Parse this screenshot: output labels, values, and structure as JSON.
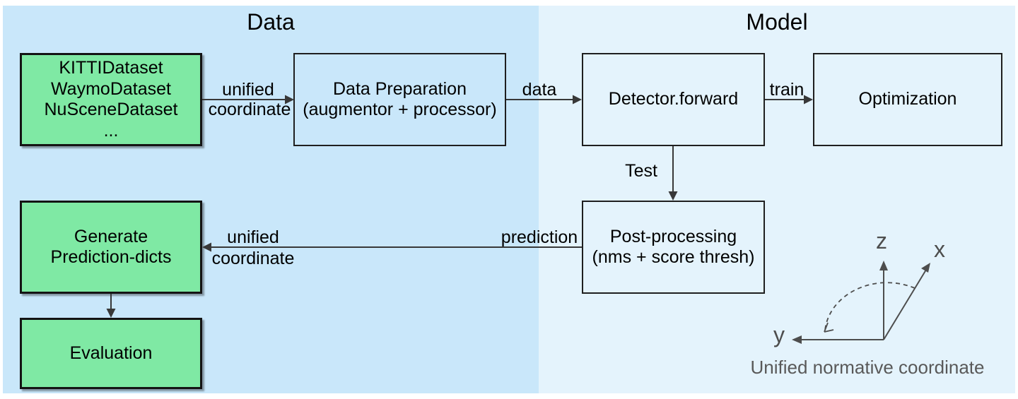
{
  "panels": {
    "data": {
      "title": "Data"
    },
    "model": {
      "title": "Model"
    }
  },
  "boxes": {
    "datasets": {
      "lines": [
        "KITTIDataset",
        "WaymoDataset",
        "NuSceneDataset",
        "..."
      ]
    },
    "data_preparation": {
      "lines": [
        "Data Preparation",
        "(augmentor + processor)"
      ]
    },
    "detector": {
      "lines": [
        "Detector.forward"
      ]
    },
    "optimization": {
      "lines": [
        "Optimization"
      ]
    },
    "post_processing": {
      "lines": [
        "Post-processing",
        "(nms + score thresh)"
      ]
    },
    "generate_prediction": {
      "lines": [
        "Generate",
        "Prediction-dicts"
      ]
    },
    "evaluation": {
      "lines": [
        "Evaluation"
      ]
    }
  },
  "edge_labels": {
    "unified_top_1": "unified",
    "unified_top_2": "coordinate",
    "data": "data",
    "train": "train",
    "test": "Test",
    "prediction": "prediction",
    "unified_bottom_1": "unified",
    "unified_bottom_2": "coordinate"
  },
  "axes": {
    "z": "z",
    "x": "x",
    "y": "y",
    "caption": "Unified normative coordinate"
  },
  "colors": {
    "panel_left": "#c9e7fa",
    "panel_right": "#e4f3fc",
    "node_green": "#7fe9a4",
    "node_border": "#1f1f1f",
    "arrow": "#383838",
    "axes_gray": "#4d4d4d",
    "caption_text": "#595959"
  }
}
